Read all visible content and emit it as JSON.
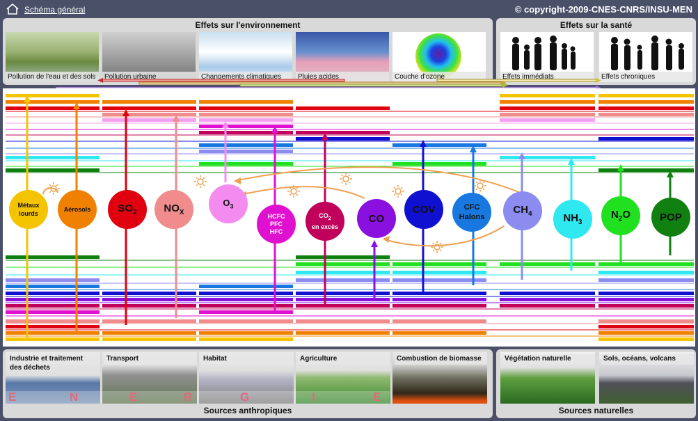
{
  "header": {
    "nav_link": "Schéma général",
    "copyright": "© copyright-2009-CNES-CNRS/INSU-MEN"
  },
  "top": {
    "env_title": "Effets sur l'environnement",
    "health_title": "Effets sur la santé",
    "env_items": [
      "Pollution  de l'eau et des sols",
      "Pollution urbaine",
      "Changements climatiques",
      "Pluies acides",
      "Couche d'ozone"
    ],
    "health_items": [
      "Effets immédiats",
      "Effets chroniques"
    ]
  },
  "pollutants": {
    "metaux_1": "Métaux",
    "metaux_2": "lourds",
    "aerosols": "Aérosols",
    "so2": "SO",
    "so2_sub": "2",
    "nox": "NO",
    "nox_sub": "X",
    "o3": "O",
    "o3_sub": "3",
    "hcfc_1": "HCFC",
    "hcfc_2": "PFC",
    "hcfc_3": "HFC",
    "co2_1": "CO",
    "co2_sub": "2",
    "co2_2": "en excès",
    "co": "CO",
    "cov": "COV",
    "cfc_1": "CFC",
    "cfc_2": "Halons",
    "ch4": "CH",
    "ch4_sub": "4",
    "nh3": "NH",
    "nh3_sub": "3",
    "n2o_1": "N",
    "n2o_sub": "2",
    "n2o_2": "O",
    "pop": "POP"
  },
  "bottom": {
    "anthro_title": "Sources anthropiques",
    "natural_title": "Sources naturelles",
    "anthro_items": [
      "Industrie et traitement des déchets",
      "Transport",
      "Habitat",
      "Agriculture",
      "Combustion de biomasse"
    ],
    "natural_items": [
      "Végétation naturelle",
      "Sols, océans, volcans"
    ],
    "energy_letters": [
      "E",
      "N",
      "E",
      "R",
      "G",
      "I",
      "E"
    ]
  },
  "colors": {
    "frame": "#4a5068",
    "panel": "#d9d9d9",
    "metaux": "#f5c400",
    "aerosols": "#f08000",
    "so2": "#e00010",
    "nox": "#f08c8c",
    "o3": "#f48cf0",
    "hcfc": "#e010d0",
    "co2": "#c0005a",
    "co": "#8a10e0",
    "cov": "#1010d0",
    "cfc": "#1878e0",
    "ch4": "#8c8cf0",
    "nh3": "#30e8f0",
    "n2o": "#20e020",
    "pop": "#108010"
  }
}
